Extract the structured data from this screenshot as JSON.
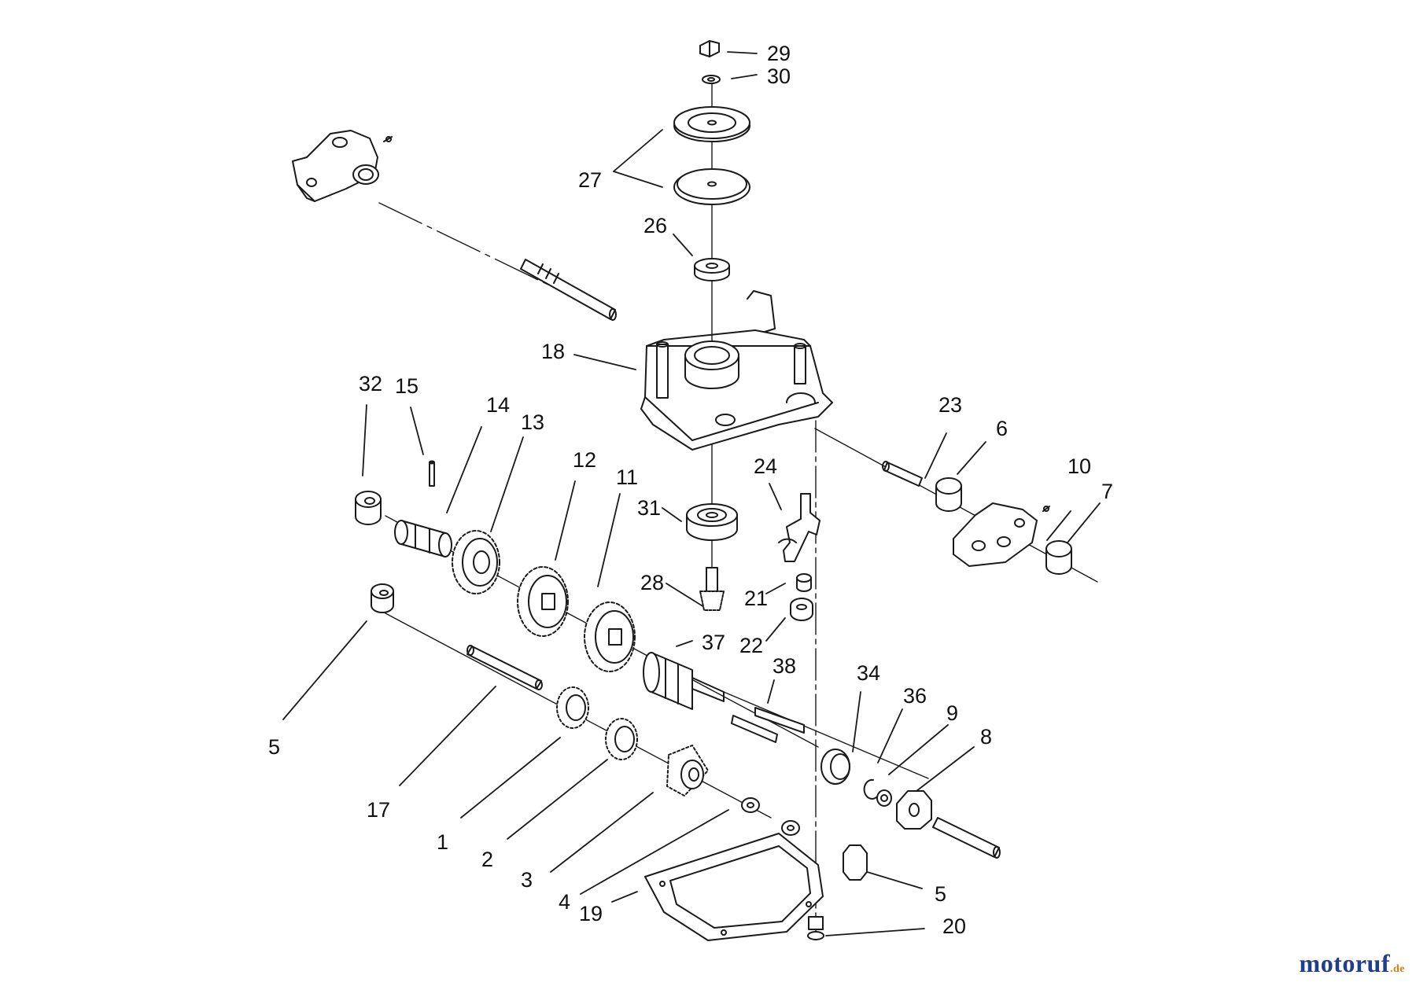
{
  "diagram": {
    "callouts": [
      "29",
      "30",
      "27",
      "26",
      "18",
      "32",
      "15",
      "14",
      "13",
      "12",
      "11",
      "31",
      "28",
      "24",
      "21",
      "22",
      "37",
      "38",
      "23",
      "6",
      "10",
      "7",
      "5",
      "17",
      "1",
      "2",
      "3",
      "4",
      "19",
      "5",
      "20",
      "34",
      "36",
      "9",
      "8"
    ]
  },
  "watermark": {
    "brand": "motoruf",
    "tld": ".de",
    "colors": {
      "brand_main": "#1f3e8c",
      "brand_accent": "#e07b10"
    }
  }
}
